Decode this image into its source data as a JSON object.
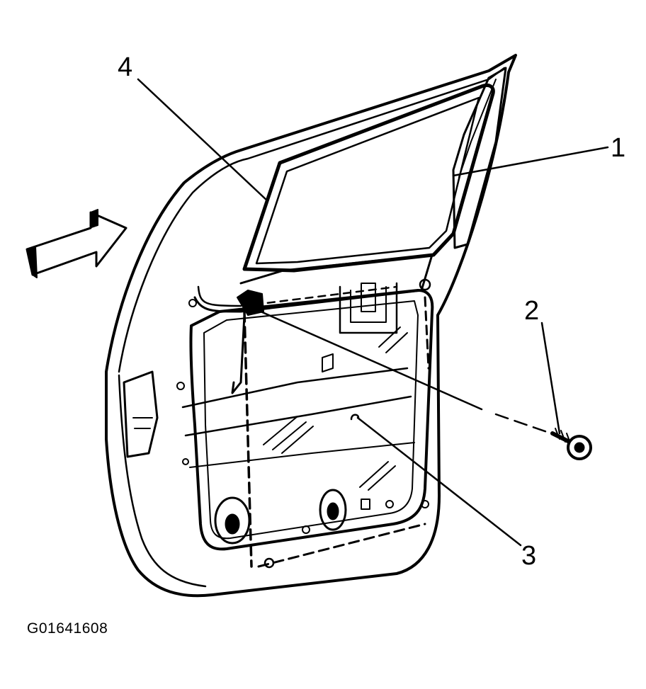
{
  "callouts": [
    {
      "id": "1",
      "label": "1"
    },
    {
      "id": "2",
      "label": "2"
    },
    {
      "id": "3",
      "label": "3"
    },
    {
      "id": "4",
      "label": "4"
    }
  ],
  "figure_id": "G01641608",
  "colors": {
    "ink": "#000000",
    "paper": "#ffffff"
  }
}
